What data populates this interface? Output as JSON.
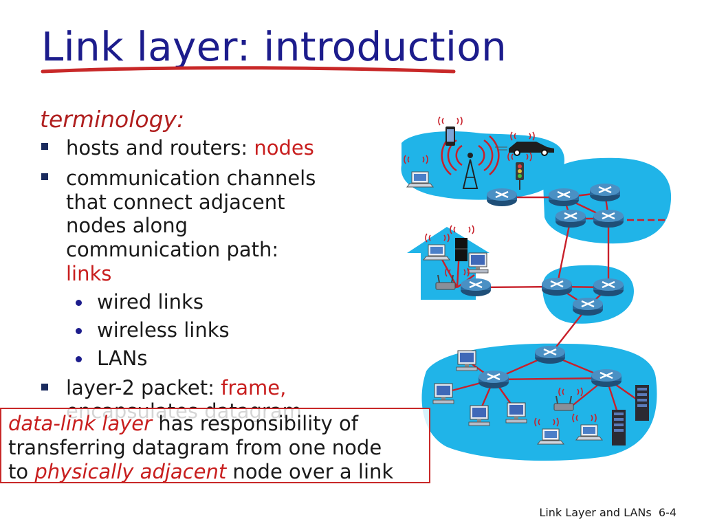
{
  "slide": {
    "title": "Link layer: introduction",
    "heading": "terminology:",
    "bullets": {
      "b1_pre": "hosts and routers: ",
      "b1_red": "nodes",
      "b2_l1": "communication channels",
      "b2_l2": "that connect adjacent",
      "b2_l3": "nodes along",
      "b2_l4": "communication path:",
      "b2_red": "links",
      "sub1": "wired links",
      "sub2": "wireless links",
      "sub3": "LANs",
      "b3_pre": "layer-2 packet: ",
      "b3_red": "frame,",
      "b3_l2": "encapsulates datagram"
    },
    "definition": {
      "it1": "data-link layer",
      "t1": " has responsibility of",
      "t2": "transferring datagram from one node",
      "t3": "to ",
      "it2": "physically adjacent",
      "t4": " node over a link"
    },
    "footer": {
      "chapter": "Link Layer and LANs",
      "page": "6-4"
    }
  },
  "colors": {
    "title": "#1c1c8c",
    "accent_red": "#c81e1e",
    "network_blue": "#20b4e8",
    "router_blue": "#2c6fa0",
    "link_red": "#c8202a"
  }
}
